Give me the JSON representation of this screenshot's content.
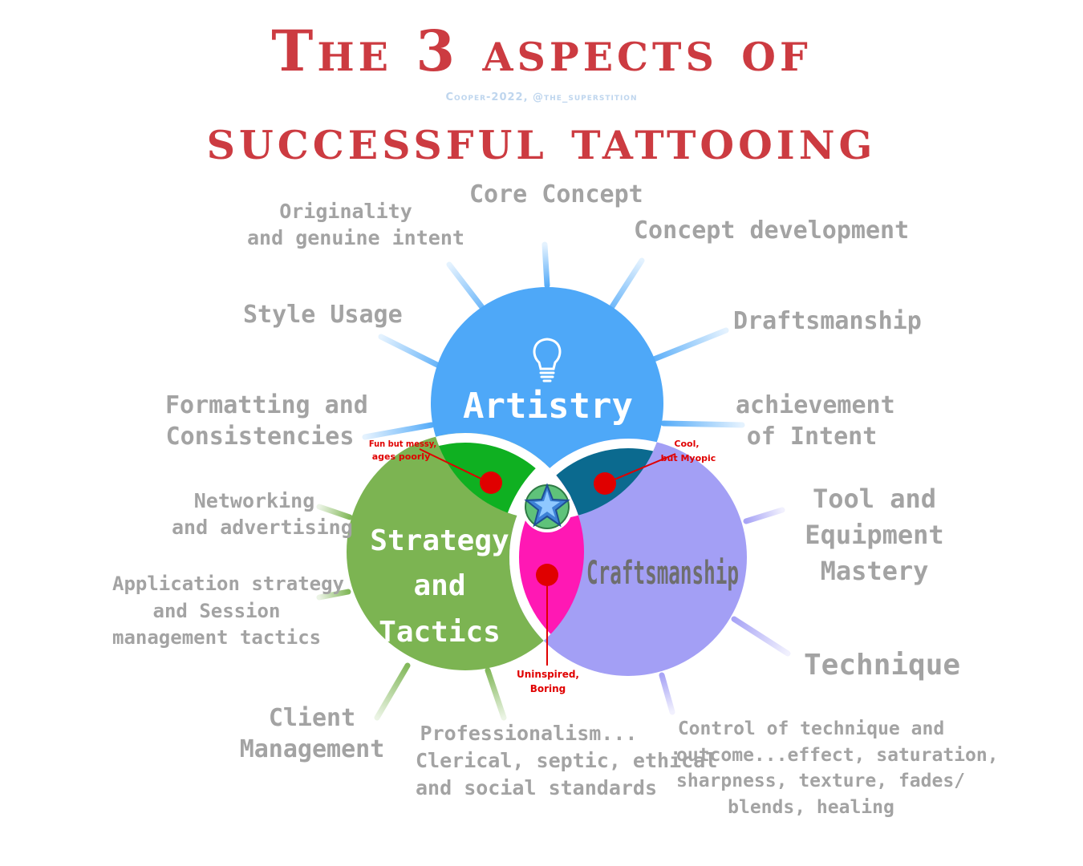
{
  "title": {
    "line1": "The 3 aspects of",
    "line2": "successful tattooing"
  },
  "credit": "Cooper-2022, @the_superstition",
  "circles": {
    "artistry": {
      "label": "Artistry",
      "color": "#4ea8f8"
    },
    "strategy": {
      "label_lines": [
        "Strategy",
        "and",
        "Tactics"
      ],
      "color": "#7cb452"
    },
    "craftsmanship": {
      "label": "Craftsmanship",
      "color": "#a39ff5"
    }
  },
  "intersections": {
    "artistry_strategy": {
      "lines": [
        "Fun but messy,",
        "ages poorly"
      ],
      "color": "#0fb021"
    },
    "artistry_craft": {
      "lines": [
        "Cool,",
        "but Myopic"
      ],
      "color": "#0b6a8f"
    },
    "strategy_craft": {
      "lines": [
        "Uninspired,",
        "Boring"
      ],
      "color": "#ff18b4"
    }
  },
  "labels": {
    "core_concept": [
      "Core Concept"
    ],
    "originality": [
      "Originality",
      "and genuine intent"
    ],
    "concept_development": [
      "Concept development"
    ],
    "style_usage": [
      "Style Usage"
    ],
    "draftsmanship": [
      "Draftsmanship"
    ],
    "formatting": [
      "Formatting and",
      "Consistencies"
    ],
    "achievement": [
      "achievement",
      "of Intent"
    ],
    "networking": [
      "Networking",
      "and advertising"
    ],
    "tool_mastery": [
      "Tool and",
      "Equipment",
      "Mastery"
    ],
    "application_strategy": [
      "Application strategy",
      "and Session",
      "management tactics"
    ],
    "technique": [
      "Technique"
    ],
    "client_management": [
      "Client",
      "Management"
    ],
    "professionalism": [
      "Professionalism...",
      "Clerical, septic, ethical",
      "and social standards"
    ],
    "control_technique": [
      "Control of technique and",
      "outcome...effect, saturation,",
      "sharpness, texture, fades/",
      "blends, healing"
    ]
  },
  "colors": {
    "title": "#cc3b41",
    "label_text": "#a3a3a3",
    "credit": "#bfd6ee",
    "callout": "#e00000"
  },
  "icons": {
    "center": "star-icon",
    "artistry": "lightbulb-icon"
  }
}
